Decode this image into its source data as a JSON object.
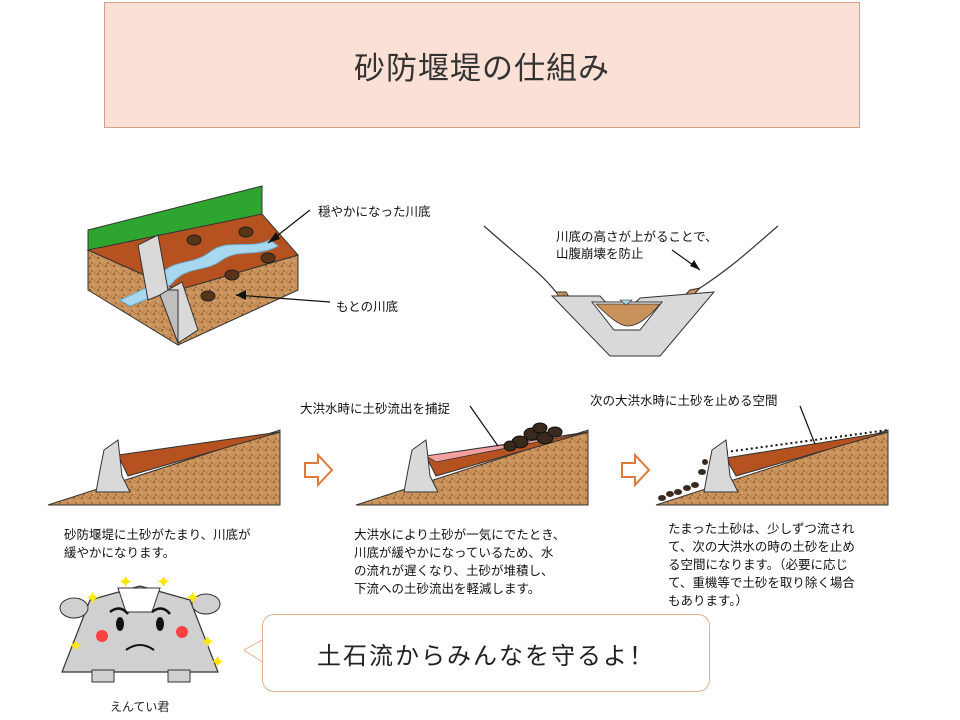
{
  "title": "砂防堰堤の仕組み",
  "top_labels": {
    "calm_bed": "穏やかになった川底",
    "original_bed": "もとの川底",
    "raise_line1": "川底の高さが上がることで、",
    "raise_line2": "山腹崩壊を防止"
  },
  "stage_labels": {
    "capture": "大洪水時に土砂流出を捕捉",
    "next_space": "次の大洪水時に土砂を止める空間"
  },
  "captions": {
    "step1": [
      "砂防堰堤に土砂がたまり、川底が",
      "緩やかになります。"
    ],
    "step2": [
      "大洪水により土砂が一気にでたとき、",
      "川底が緩やかになっているため、水",
      "の流れが遅くなり、土砂が堆積し、",
      "下流への土砂流出を軽減します。"
    ],
    "step3": [
      "たまった土砂は、少しずつ流され",
      "て、次の大洪水の時の土砂を止め",
      "る空間になります。（必要に応じ",
      "て、重機等で土砂を取り除く場合",
      "もあります。）"
    ]
  },
  "speech": "土石流からみんなを守るよ！",
  "character_name": "えんてい君",
  "colors": {
    "title_bg": "#fbe1d5",
    "soil": "#c8925a",
    "sediment": "#b5521f",
    "grass": "#2ea52e",
    "water": "#a8d8f0",
    "arrow": "#e07a3a",
    "dam": "#d9d9d9"
  }
}
